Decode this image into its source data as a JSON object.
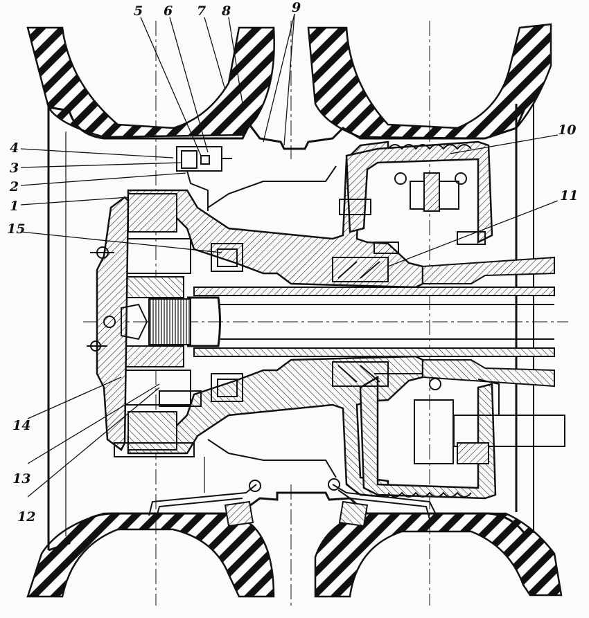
{
  "callouts": [
    {
      "num": "1"
    },
    {
      "num": "2"
    },
    {
      "num": "3"
    },
    {
      "num": "4"
    },
    {
      "num": "5"
    },
    {
      "num": "6"
    },
    {
      "num": "7"
    },
    {
      "num": "8"
    },
    {
      "num": "9"
    },
    {
      "num": "10"
    },
    {
      "num": "11"
    },
    {
      "num": "12"
    },
    {
      "num": "13"
    },
    {
      "num": "14"
    },
    {
      "num": "15"
    }
  ],
  "colors": {
    "ink": "#111111",
    "paper": "#fbfbfb"
  }
}
